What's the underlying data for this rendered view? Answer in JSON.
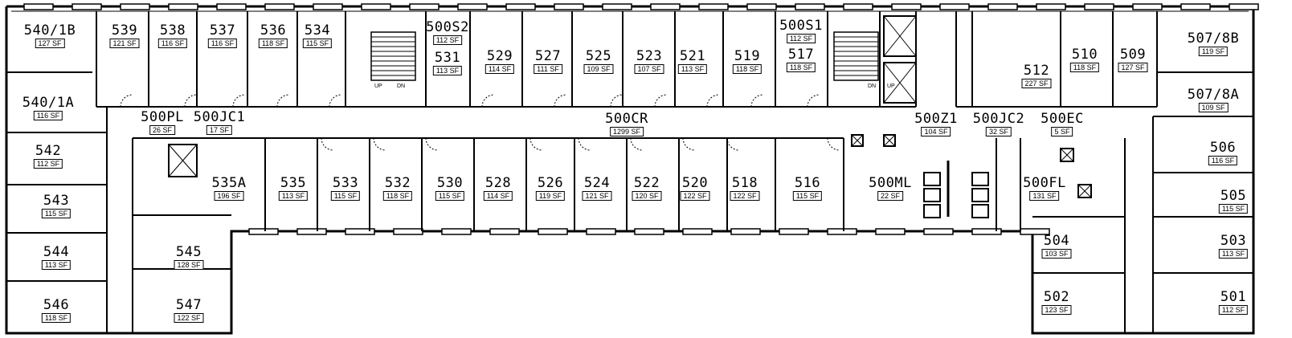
{
  "title": "Fifth Floor Plan",
  "sf_unit": "SF",
  "stair_labels": {
    "up": "UP",
    "down": "DN"
  },
  "rooms": [
    {
      "id": "540/1B",
      "sf": "127"
    },
    {
      "id": "539",
      "sf": "121"
    },
    {
      "id": "538",
      "sf": "116"
    },
    {
      "id": "537",
      "sf": "116"
    },
    {
      "id": "536",
      "sf": "118"
    },
    {
      "id": "534",
      "sf": "115"
    },
    {
      "id": "500S2",
      "sf": "112"
    },
    {
      "id": "531",
      "sf": "113"
    },
    {
      "id": "529",
      "sf": "114"
    },
    {
      "id": "527",
      "sf": "111"
    },
    {
      "id": "525",
      "sf": "109"
    },
    {
      "id": "523",
      "sf": "107"
    },
    {
      "id": "521",
      "sf": "113"
    },
    {
      "id": "519",
      "sf": "118"
    },
    {
      "id": "500S1",
      "sf": "112"
    },
    {
      "id": "517",
      "sf": "118"
    },
    {
      "id": "512",
      "sf": "227"
    },
    {
      "id": "510",
      "sf": "118"
    },
    {
      "id": "509",
      "sf": "127"
    },
    {
      "id": "507/8B",
      "sf": "119"
    },
    {
      "id": "507/8A",
      "sf": "109"
    },
    {
      "id": "540/1A",
      "sf": "116"
    },
    {
      "id": "500PL",
      "sf": "26"
    },
    {
      "id": "500JC1",
      "sf": "17"
    },
    {
      "id": "500CR",
      "sf": "1299"
    },
    {
      "id": "500Z1",
      "sf": "104"
    },
    {
      "id": "500JC2",
      "sf": "32"
    },
    {
      "id": "500EC",
      "sf": "5"
    },
    {
      "id": "542",
      "sf": "112"
    },
    {
      "id": "506",
      "sf": "116"
    },
    {
      "id": "535A",
      "sf": "196"
    },
    {
      "id": "535",
      "sf": "113"
    },
    {
      "id": "533",
      "sf": "115"
    },
    {
      "id": "532",
      "sf": "118"
    },
    {
      "id": "530",
      "sf": "115"
    },
    {
      "id": "528",
      "sf": "114"
    },
    {
      "id": "526",
      "sf": "119"
    },
    {
      "id": "524",
      "sf": "121"
    },
    {
      "id": "522",
      "sf": "120"
    },
    {
      "id": "520",
      "sf": "122"
    },
    {
      "id": "518",
      "sf": "122"
    },
    {
      "id": "516",
      "sf": "115"
    },
    {
      "id": "500ML",
      "sf": "22"
    },
    {
      "id": "500FL",
      "sf": "131"
    },
    {
      "id": "505",
      "sf": "115"
    },
    {
      "id": "543",
      "sf": "115"
    },
    {
      "id": "544",
      "sf": "113"
    },
    {
      "id": "545",
      "sf": "128"
    },
    {
      "id": "504",
      "sf": "103"
    },
    {
      "id": "503",
      "sf": "113"
    },
    {
      "id": "546",
      "sf": "118"
    },
    {
      "id": "547",
      "sf": "122"
    },
    {
      "id": "502",
      "sf": "123"
    },
    {
      "id": "501",
      "sf": "112"
    }
  ]
}
